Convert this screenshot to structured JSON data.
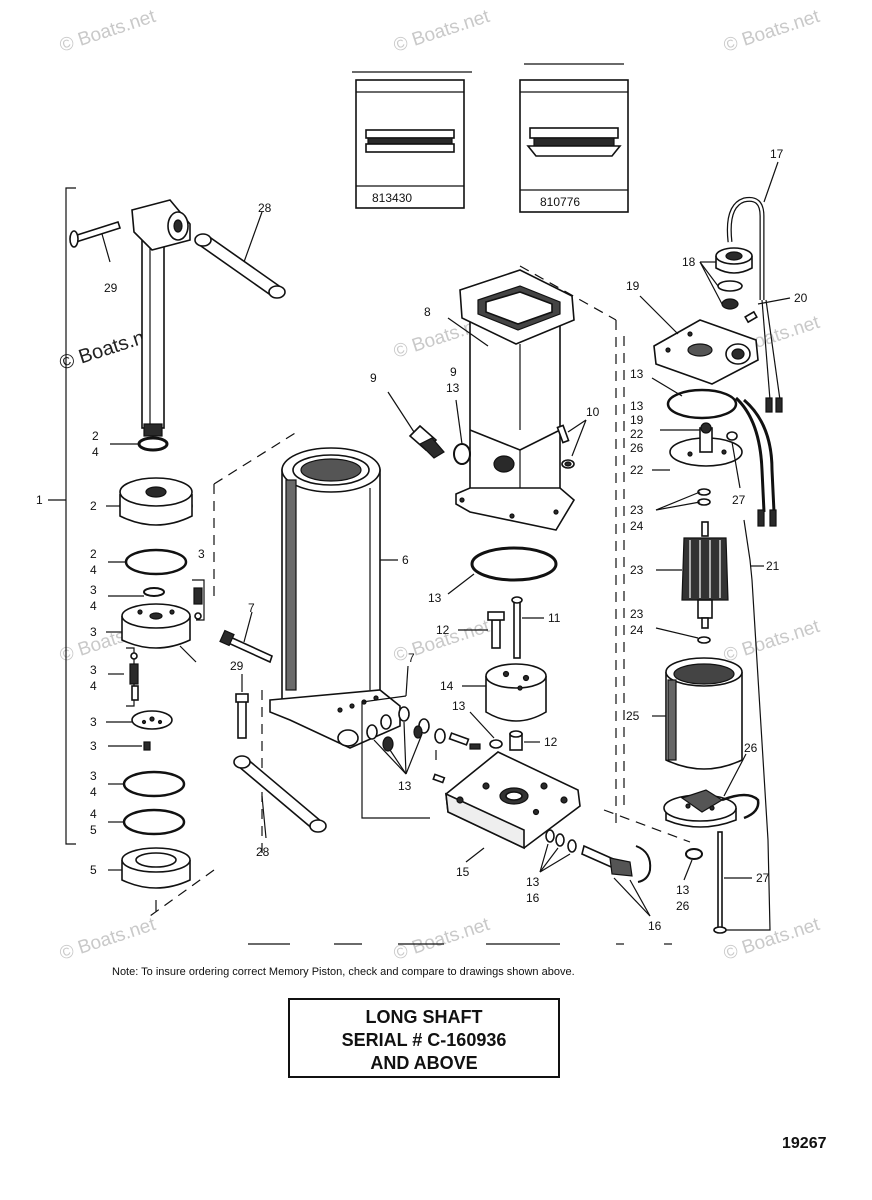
{
  "watermark": "© Boats.net",
  "reference_boxes": [
    {
      "number": "813430"
    },
    {
      "number": "810776"
    }
  ],
  "callouts": {
    "c1": "1",
    "c2a": "2",
    "c4a": "4",
    "c2b": "2",
    "c2c": "2",
    "c4c": "4",
    "c3a": "3",
    "c3b": "3",
    "c4b": "4",
    "c3c": "3",
    "c3d": "3",
    "c4d": "4",
    "c3e": "3",
    "c3f": "3",
    "c3g": "3",
    "c4e": "4",
    "c4f": "4",
    "c5a": "5",
    "c5b": "5",
    "c6": "6",
    "c7a": "7",
    "c7b": "7",
    "c8": "8",
    "c9a": "9",
    "c9b": "9",
    "c10": "10",
    "c11": "11",
    "c12a": "12",
    "c12b": "12",
    "c13a": "13",
    "c13b": "13",
    "c13c": "13",
    "c13d": "13",
    "c13e": "13",
    "c13f": "13",
    "c13g": "13",
    "c14": "14",
    "c15": "15",
    "c16a": "16",
    "c16b": "16",
    "c17": "17",
    "c18": "18",
    "c19a": "19",
    "c19b": "19",
    "c20": "20",
    "c21": "21",
    "c22a": "22",
    "c22b": "22",
    "c23a": "23",
    "c23b": "23",
    "c23c": "23",
    "c24a": "24",
    "c24b": "24",
    "c25": "25",
    "c26a": "26",
    "c26b": "26",
    "c26c": "26",
    "c27a": "27",
    "c27b": "27",
    "c28a": "28",
    "c28b": "28",
    "c29a": "29",
    "c29b": "29"
  },
  "note": "Note: To insure ordering correct Memory Piston, check and compare to drawings shown above.",
  "shaft_box": {
    "line1": "LONG SHAFT",
    "line2": "SERIAL # C-160936",
    "line3": "AND ABOVE"
  },
  "drawing_number": "19267"
}
